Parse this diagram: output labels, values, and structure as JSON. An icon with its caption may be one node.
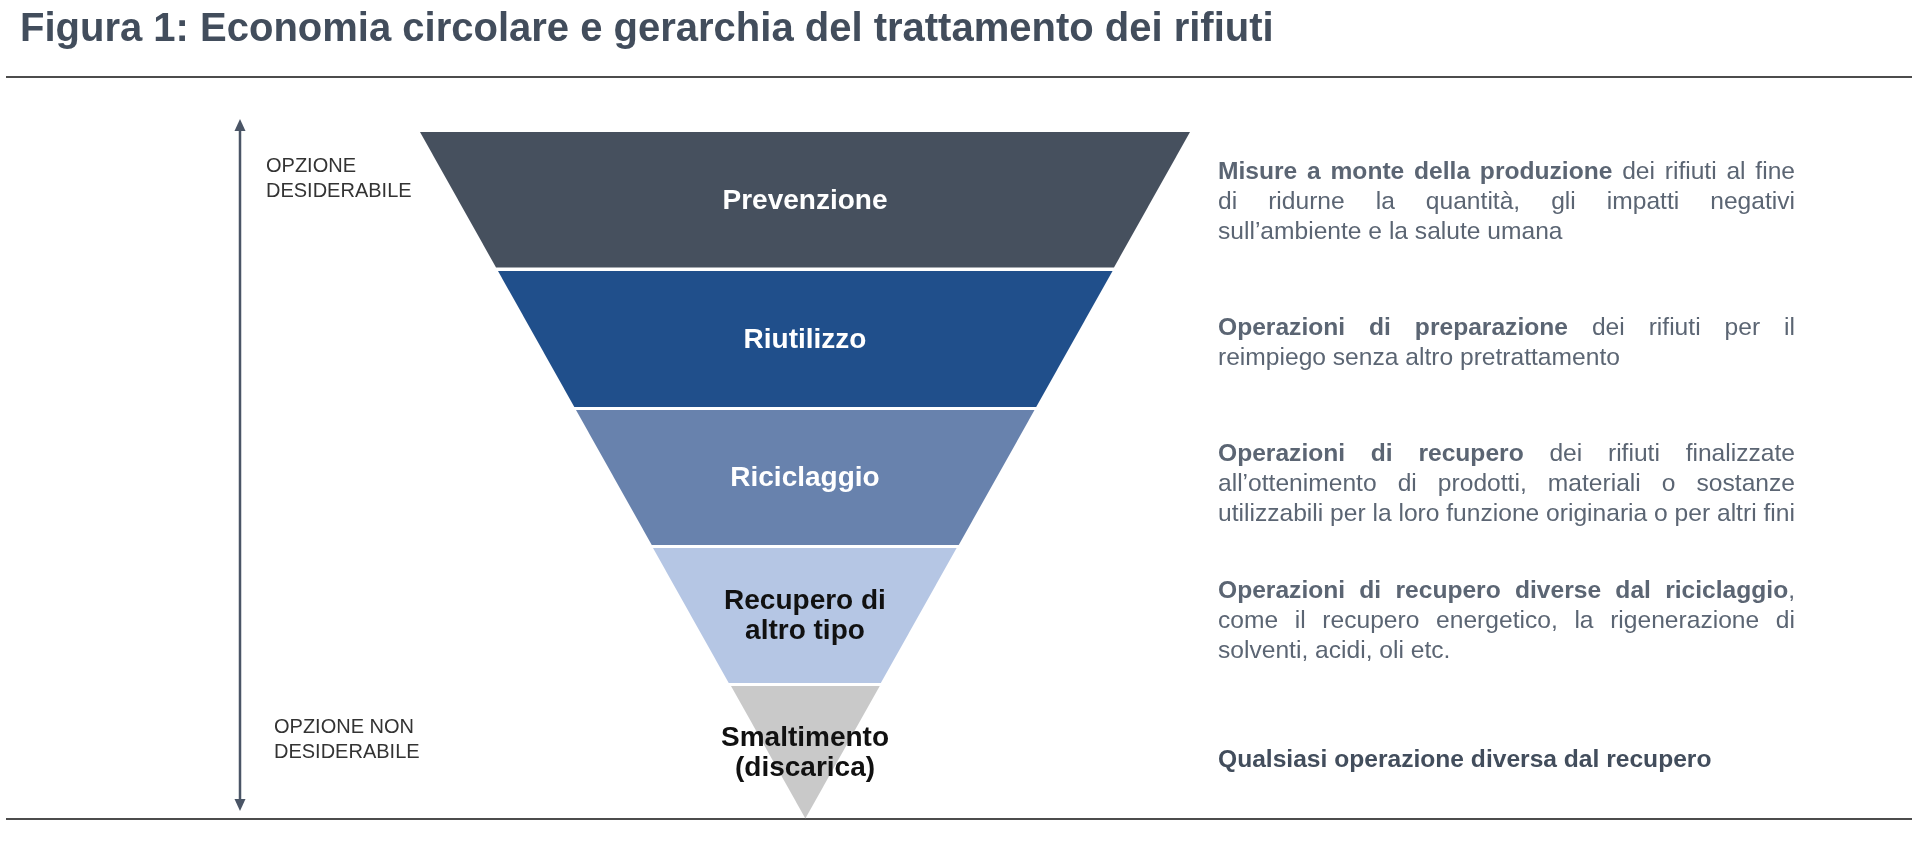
{
  "diagram": {
    "title": "Figura 1: Economia circolare e gerarchia del trattamento dei rifiuti",
    "nodes": [
      {
        "text": [
          "Prevenzione"
        ]
      },
      {
        "text": [
          "Riutilizzo"
        ]
      },
      {
        "text": [
          "Riciclaggio"
        ]
      },
      {
        "text": [
          "Recupero di altro tipo"
        ]
      },
      {
        "text": [
          "Smaltimento (discarica)"
        ]
      }
    ],
    "labels": [
      "OPZIONE DESIDERABILE",
      "**Misure a monte della produzione** dei rifiuti al fine di ridurne la quantità, gli impatti negativi sull’ambiente e la salute umana",
      "**Operazioni di preparazione** dei rifiuti per il reimpiego senza altro pretrattamento",
      "**Operazioni di recupero** dei rifiuti finalizzate all’ottenimento di prodotti, materiali o sostanze utilizzabili per la loro funzione originaria o per altri fini",
      "**Operazioni di recupero diverse dal riciclaggio**, come il recupero energetico, la rigenerazione di solventi, acidi, oli etc.",
      "OPZIONE NON DESIDERABILE",
      "Qualsiasi operazione diversa dal recupero"
    ]
  }
}
